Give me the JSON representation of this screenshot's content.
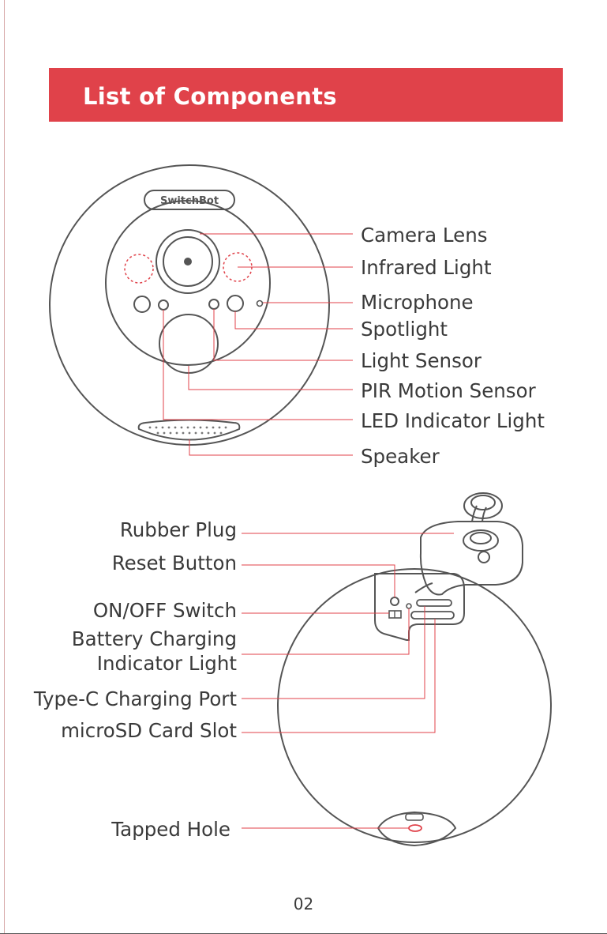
{
  "header": {
    "title": "List of Components"
  },
  "front": {
    "brand_logo": "SwitchBot",
    "labels": {
      "camera_lens": "Camera Lens",
      "infrared_light": "Infrared Light",
      "microphone": "Microphone",
      "spotlight": "Spotlight",
      "light_sensor": "Light Sensor",
      "pir_motion_sensor": "PIR Motion Sensor",
      "led_indicator_light": "LED Indicator Light",
      "speaker": "Speaker"
    }
  },
  "back": {
    "labels": {
      "rubber_plug": "Rubber Plug",
      "reset_button": "Reset Button",
      "on_off_switch": "ON/OFF Switch",
      "battery_charging_line1": "Battery Charging",
      "battery_charging_line2": "Indicator Light",
      "type_c_port": "Type-C Charging Port",
      "microsd_slot": "microSD Card Slot",
      "tapped_hole": "Tapped Hole"
    }
  },
  "footer": {
    "page_number": "02"
  },
  "colors": {
    "accent": "#e0424a",
    "outline": "#555555",
    "callout_line": "#e0424a",
    "text": "#3a3a3a"
  }
}
